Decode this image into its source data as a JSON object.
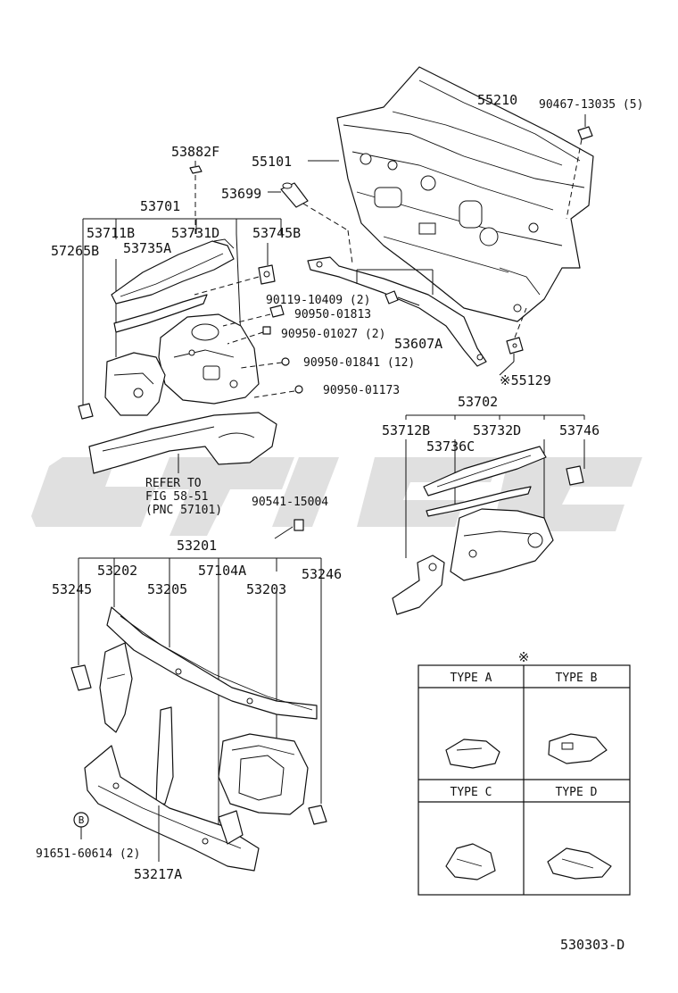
{
  "labels": {
    "p55210": "55210",
    "p90467": "90467-13035 (5)",
    "p53882f": "53882F",
    "p55101": "55101",
    "p53699": "53699",
    "p53701": "53701",
    "p53711b": "53711B",
    "p53731d": "53731D",
    "p53745b": "53745B",
    "p57265b": "57265B",
    "p53735a": "53735A",
    "p90119": "90119-10409 (2)",
    "p90950_01813": "90950-01813",
    "p90950_01027": "90950-01027 (2)",
    "p53607a": "53607A",
    "p90950_01841": "90950-01841 (12)",
    "p55129": "※55129",
    "p90950_01173": "90950-01173",
    "p53702": "53702",
    "p53712b": "53712B",
    "p53732d": "53732D",
    "p53746": "53746",
    "p53736c": "53736C",
    "refer1": "REFER TO",
    "refer2": "FIG 58-51",
    "refer3": "(PNC 57101)",
    "p90541": "90541-15004",
    "p53201": "53201",
    "p53202": "53202",
    "p57104a": "57104A",
    "p53245": "53245",
    "p53205": "53205",
    "p53203": "53203",
    "p53246": "53246",
    "p91651": "91651-60614 (2)",
    "p53217a": "53217A",
    "b_mark": "B",
    "diagram_code": "530303-D"
  },
  "type_table": {
    "marker": "※",
    "type_a": "TYPE A",
    "type_b": "TYPE B",
    "type_c": "TYPE C",
    "type_d": "TYPE D"
  }
}
